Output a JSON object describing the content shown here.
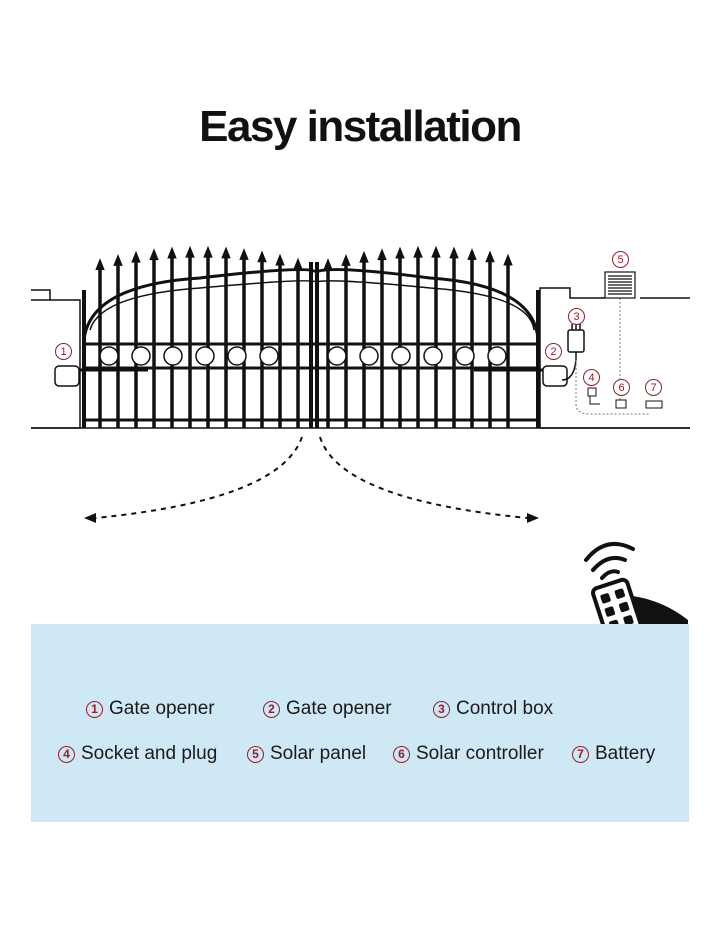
{
  "title": "Easy installation",
  "callouts": [
    "1",
    "2",
    "3",
    "4",
    "5",
    "6",
    "7"
  ],
  "legend": [
    {
      "num": "1",
      "label": "Gate opener"
    },
    {
      "num": "2",
      "label": "Gate opener"
    },
    {
      "num": "3",
      "label": "Control box"
    },
    {
      "num": "4",
      "label": "Socket and plug"
    },
    {
      "num": "5",
      "label": "Solar panel"
    },
    {
      "num": "6",
      "label": "Solar controller"
    },
    {
      "num": "7",
      "label": "Battery"
    }
  ],
  "colors": {
    "accent": "#9a1b2a",
    "legend_bg": "#cfe8f5",
    "line": "#111111"
  },
  "icons": [
    "gate-icon",
    "remote-control-icon",
    "wireless-signal-icon",
    "solar-panel-icon"
  ]
}
